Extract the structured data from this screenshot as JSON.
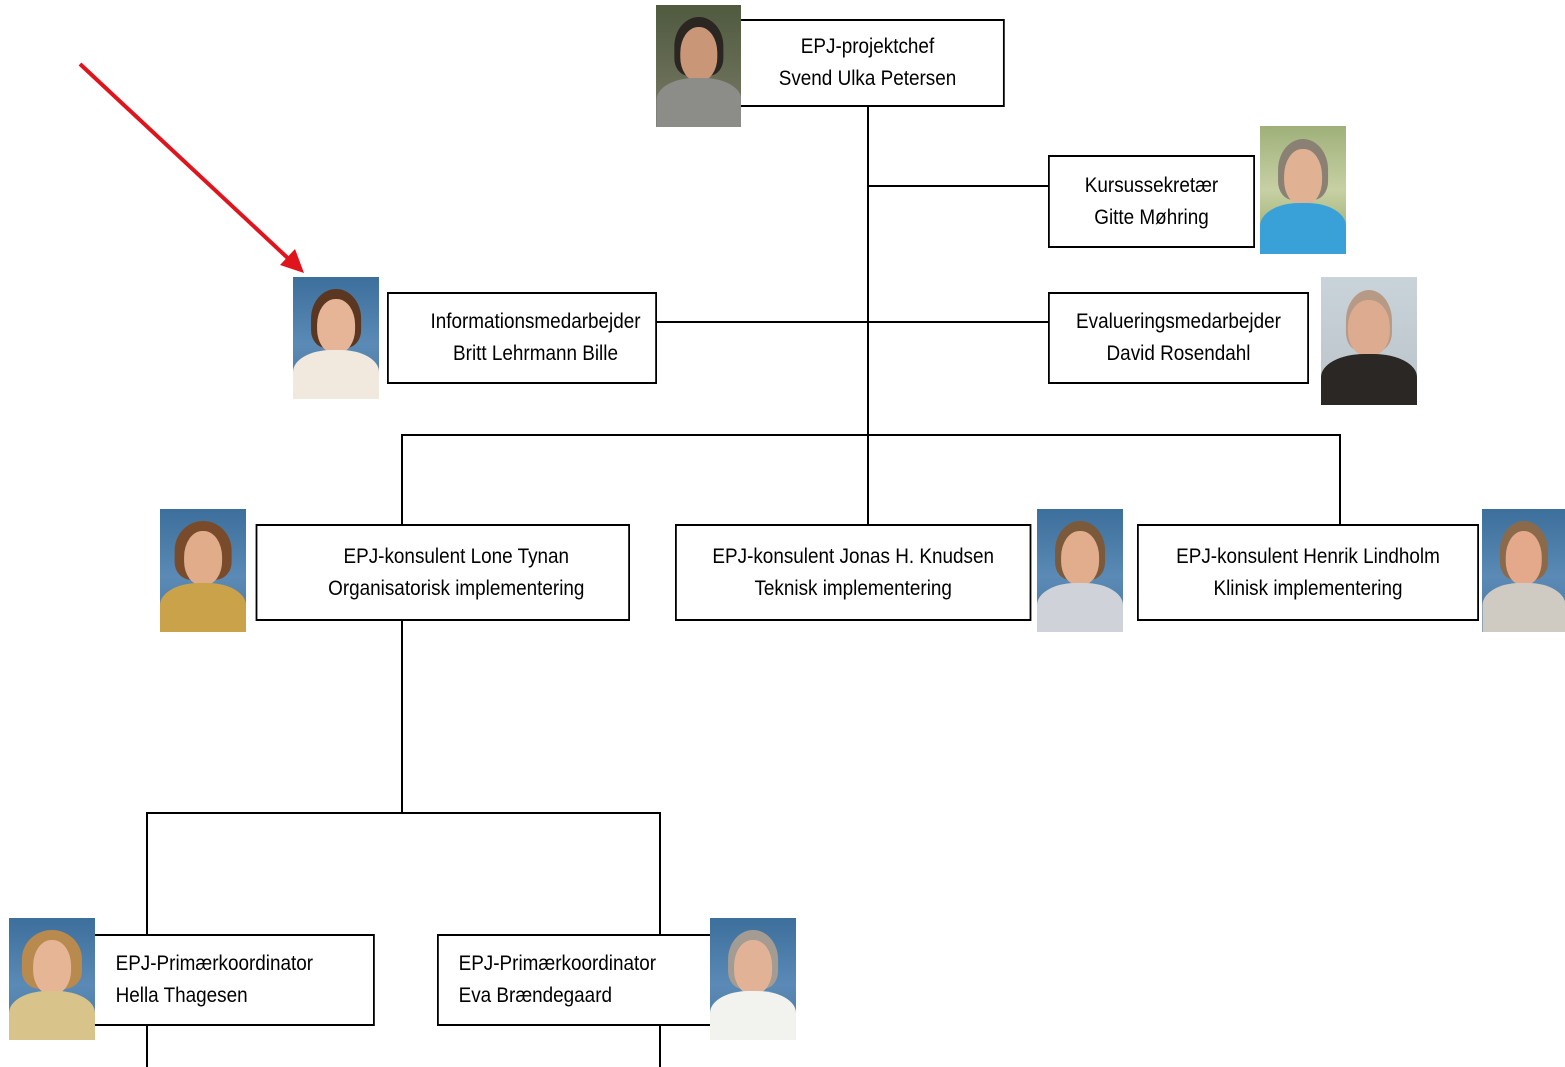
{
  "nodes": {
    "chief": {
      "title": "EPJ-projektchef",
      "name": "Svend Ulka Petersen"
    },
    "course_secretary": {
      "title": "Kursussekretær",
      "name": "Gitte Møhring"
    },
    "information": {
      "title": "Informationsmedarbejder",
      "name": "Britt Lehrmann Bille"
    },
    "evaluation": {
      "title": "Evalueringsmedarbejder",
      "name": "David Rosendahl"
    },
    "consultant_org": {
      "title": "EPJ-konsulent Lone Tynan",
      "name": "Organisatorisk implementering"
    },
    "consultant_tech": {
      "title": "EPJ-konsulent Jonas H. Knudsen",
      "name": "Teknisk implementering"
    },
    "consultant_clin": {
      "title": "EPJ-konsulent Henrik Lindholm",
      "name": "Klinisk implementering"
    },
    "primary_1": {
      "title": "EPJ-Primærkoordinator",
      "name": "Hella Thagesen"
    },
    "primary_2": {
      "title": "EPJ-Primærkoordinator",
      "name": "Eva Brændegaard"
    }
  },
  "colors": {
    "arrow": "#e0141c",
    "lines": "#000000"
  },
  "photos": {
    "chief": "photo-portrait-man-dark-hair",
    "course_secretary": "photo-portrait-woman-short-grey-hair",
    "information": "photo-portrait-woman-brown-hair-glasses",
    "evaluation": "photo-portrait-man-shaved-head-glasses",
    "consultant_org": "photo-portrait-woman-curly-hair",
    "consultant_tech": "photo-portrait-man-short-hair",
    "consultant_clin": "photo-portrait-man-glasses",
    "primary_1": "photo-portrait-woman-blonde",
    "primary_2": "photo-portrait-woman-grey-hair-glasses"
  }
}
